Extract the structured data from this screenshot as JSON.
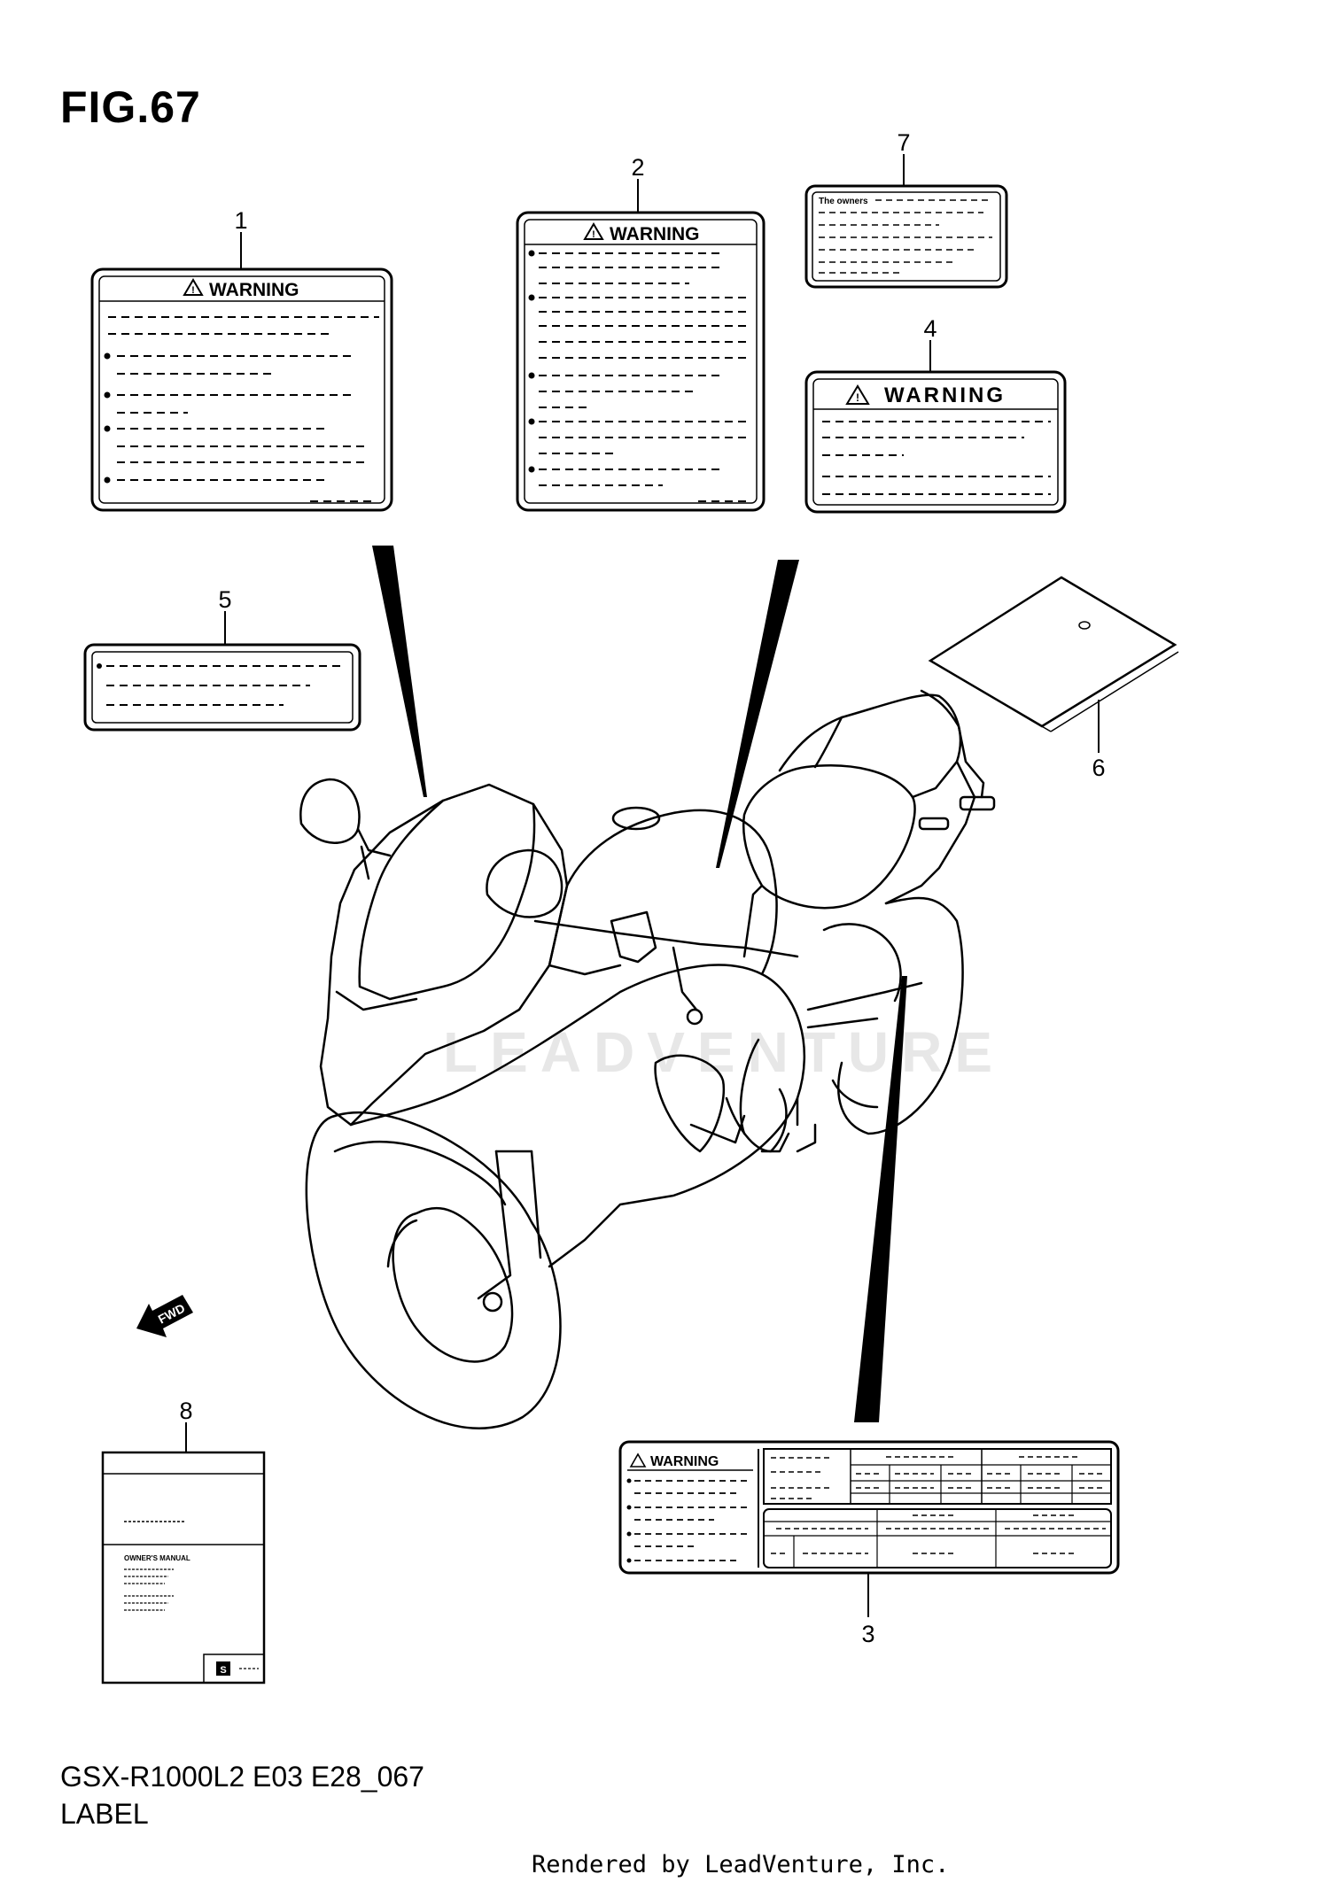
{
  "figure": {
    "title": "FIG.67",
    "code": "GSX-R1000L2 E03 E28_067",
    "section": "LABEL",
    "rendered_by": "Rendered by LeadVenture, Inc."
  },
  "callouts": [
    {
      "number": "1"
    },
    {
      "number": "2"
    },
    {
      "number": "3"
    },
    {
      "number": "4"
    },
    {
      "number": "5"
    },
    {
      "number": "6"
    },
    {
      "number": "7"
    },
    {
      "number": "8"
    }
  ],
  "labels": {
    "warning_text": "WARNING",
    "owners_text": "The owners",
    "manual_title": "OWNER'S MANUAL",
    "fwd_text": "FWD"
  },
  "watermark": {
    "text": "LEADVENTURE",
    "color": "#c8c8c8"
  }
}
